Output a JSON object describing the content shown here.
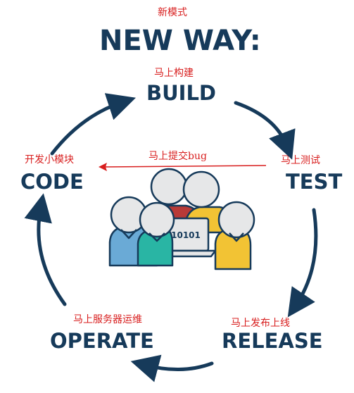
{
  "subtitle_cn": "新模式",
  "title": "NEW WAY:",
  "stages": {
    "build": {
      "label": "BUILD",
      "cn": "马上构建"
    },
    "test": {
      "label": "TEST",
      "cn": "马上测试"
    },
    "release": {
      "label": "RELEASE",
      "cn": "马上发布上线"
    },
    "operate": {
      "label": "OPERATE",
      "cn": "马上服务器运维"
    },
    "code": {
      "label": "CODE",
      "cn": "开发小模块"
    }
  },
  "feedback": {
    "label": "马上提交bug"
  },
  "screen_text": "10101",
  "colors": {
    "navy": "#163a5a",
    "annotation_red": "#d81e1e",
    "blue_person": "#6aaad6",
    "teal_person": "#29b5a4",
    "red_person": "#b83a37",
    "yellow_person": "#f2c334",
    "head_gray": "#e6e7e8"
  }
}
